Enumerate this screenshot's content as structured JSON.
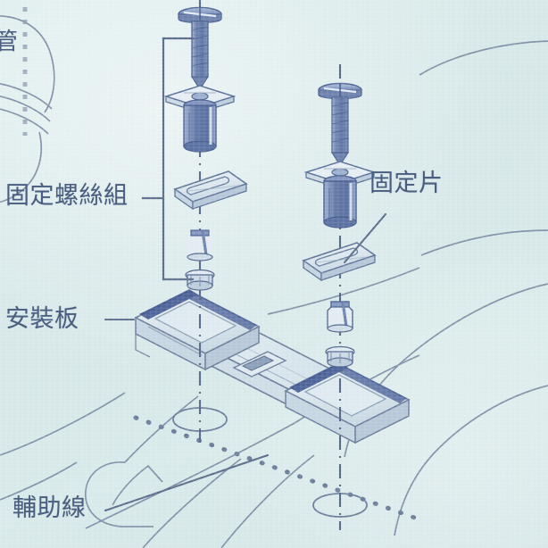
{
  "document": {
    "kind": "installation-diagram",
    "subject": "toilet-seat mounting hardware exploded view",
    "background_color": "#d8e8e8",
    "ink_color": "#4a5f80",
    "part_fill": "#7e93bb",
    "line_color": "#5c6e8c"
  },
  "labels": {
    "screw_set": "固定螺絲組",
    "mounting_plate": "安裝板",
    "guide_line": "輔助線",
    "fixing_tab": "固定片",
    "clipped_top_left": "管"
  },
  "leaders": {
    "screw_set_dash": "—",
    "mounting_plate_dash": "—"
  },
  "parts": {
    "left_column": [
      {
        "name": "pan-head-screw",
        "order": 1
      },
      {
        "name": "flange-washer",
        "order": 2
      },
      {
        "name": "anchor-sleeve",
        "order": 3
      },
      {
        "name": "fixing-tab-plate",
        "order": 4
      },
      {
        "name": "bushing-spacer",
        "order": 5
      },
      {
        "name": "lock-nut",
        "order": 6
      }
    ],
    "right_column": [
      {
        "name": "pan-head-screw",
        "order": 1
      },
      {
        "name": "flange-washer",
        "order": 2
      },
      {
        "name": "anchor-sleeve",
        "order": 3
      },
      {
        "name": "fixing-tab-plate",
        "order": 4
      },
      {
        "name": "bushing-spacer",
        "order": 5
      },
      {
        "name": "lock-nut",
        "order": 6
      }
    ],
    "assembly": [
      {
        "name": "mounting-plate",
        "order": 7
      },
      {
        "name": "ceramic-body",
        "order": 8
      }
    ]
  },
  "annotations": {
    "centerline_style": "dash-dot",
    "guide_line_style": "dotted",
    "bracket": "left-span-bracket"
  }
}
